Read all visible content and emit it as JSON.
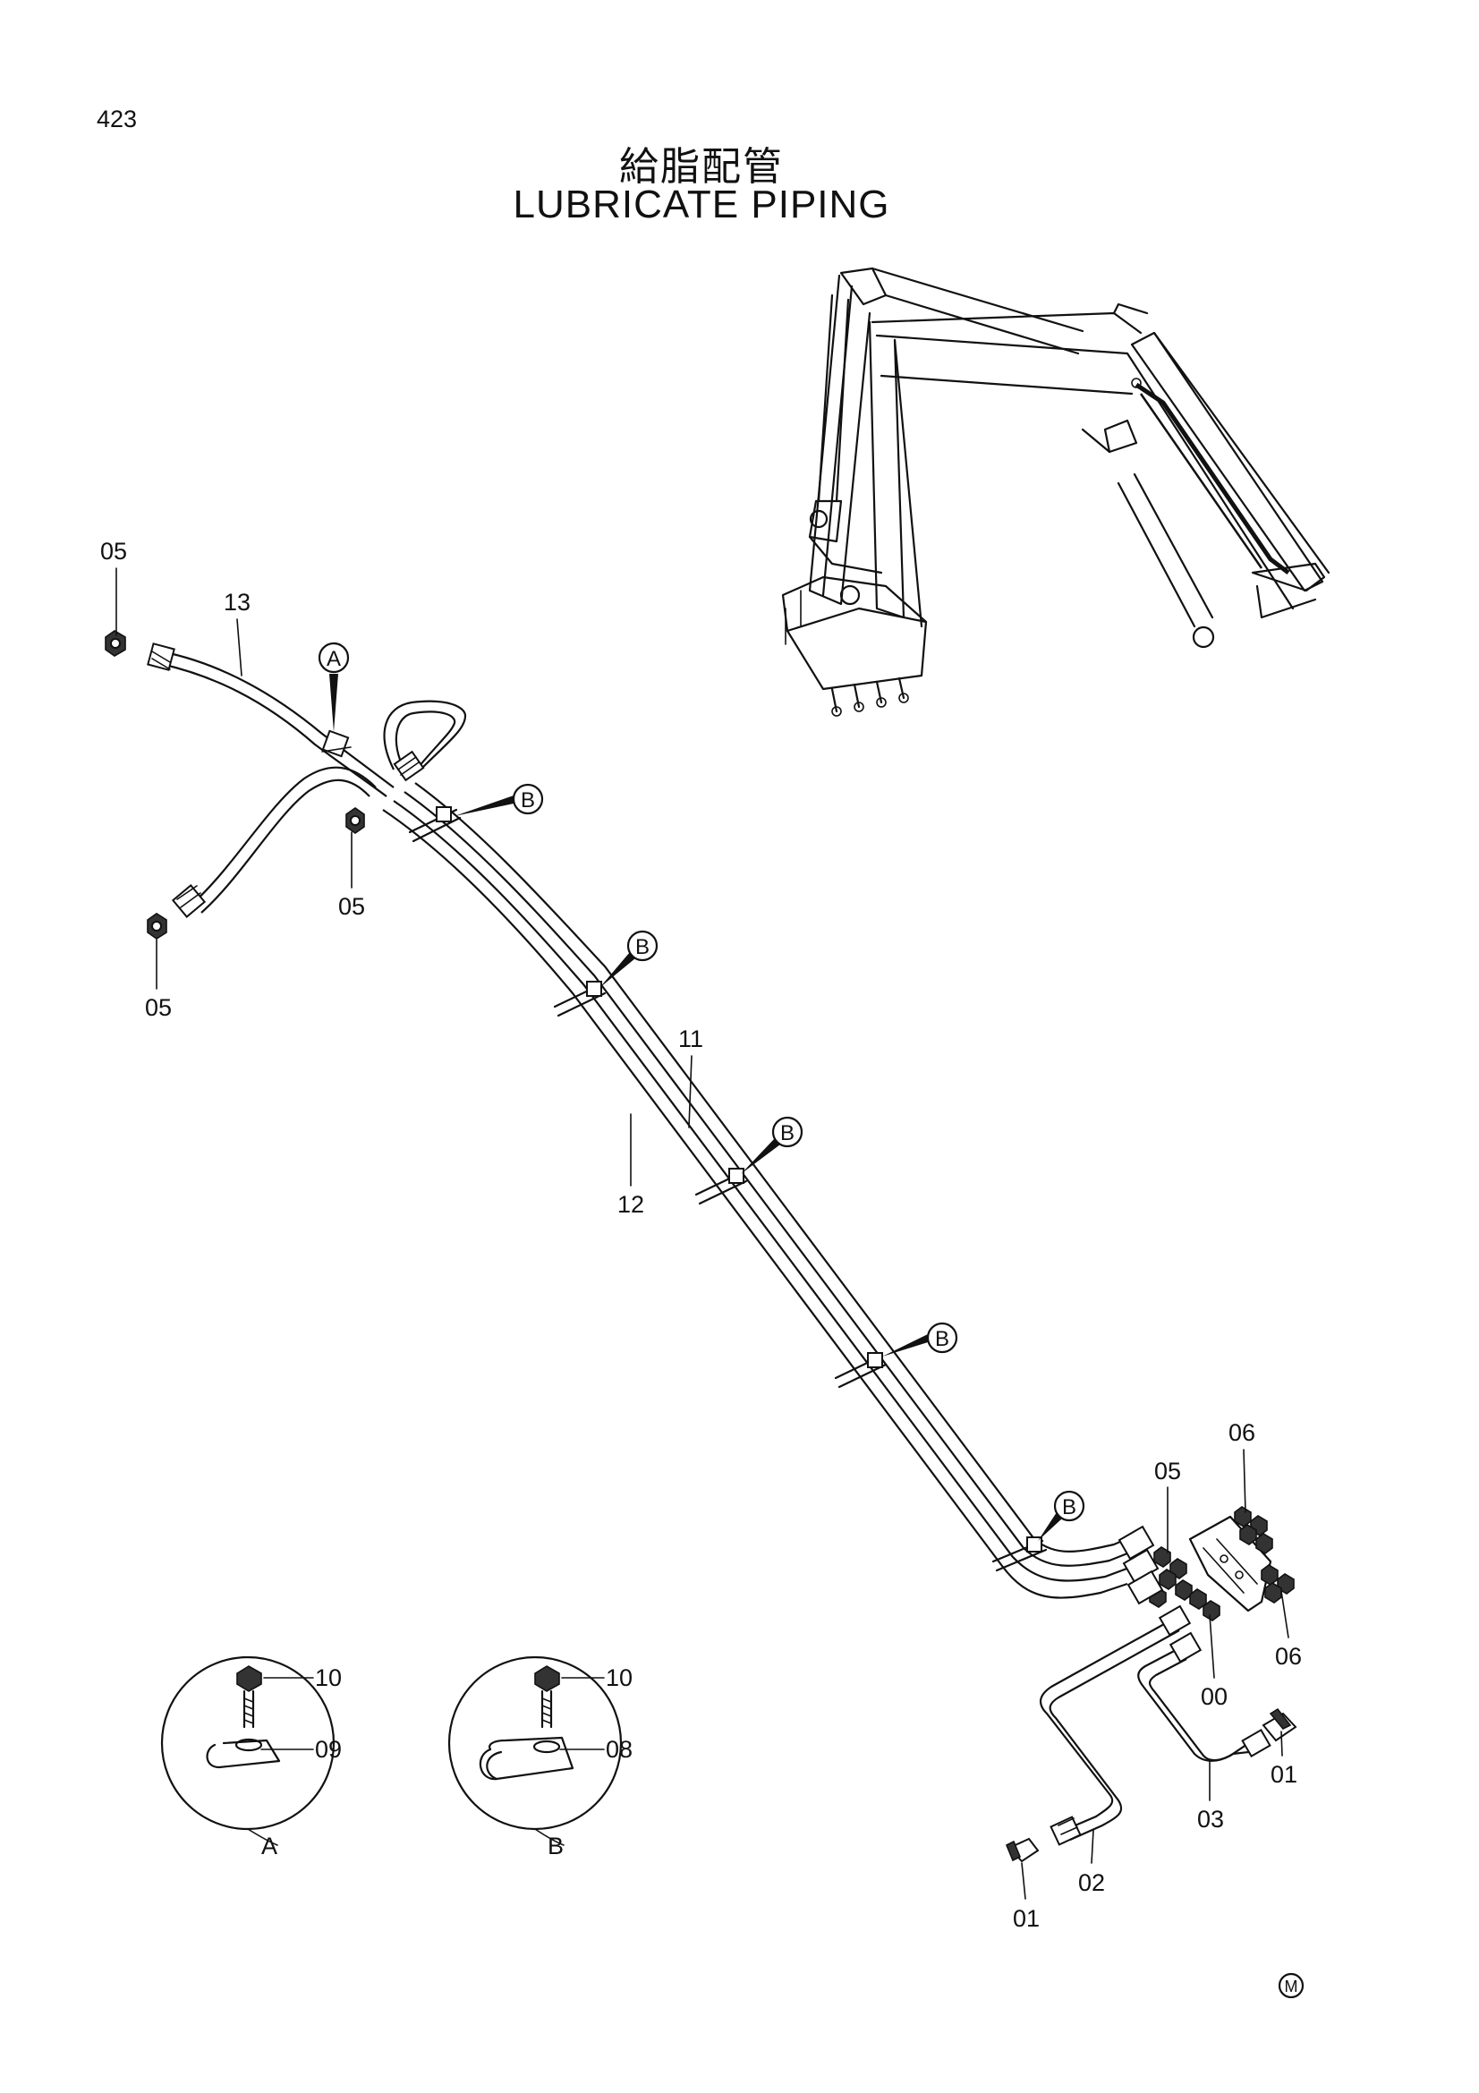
{
  "page_number": "423",
  "title_jp": "給脂配管",
  "title_en": "LUBRICATE PIPING",
  "part_labels": {
    "p05_a": "05",
    "p13": "13",
    "p05_b": "05",
    "p05_c": "05",
    "p11": "11",
    "p12": "12",
    "p05_d": "05",
    "p06_a": "06",
    "p06_b": "06",
    "p00": "00",
    "p01_a": "01",
    "p03": "03",
    "p02": "02",
    "p01_b": "01"
  },
  "callouts": {
    "a": "A",
    "b1": "B",
    "b2": "B",
    "b3": "B",
    "b4": "B",
    "b5": "B"
  },
  "detail_a": {
    "bolt": "10",
    "clamp": "09",
    "caption": "A"
  },
  "detail_b": {
    "bolt": "10",
    "clamp": "08",
    "caption": "B"
  },
  "mark": "M"
}
